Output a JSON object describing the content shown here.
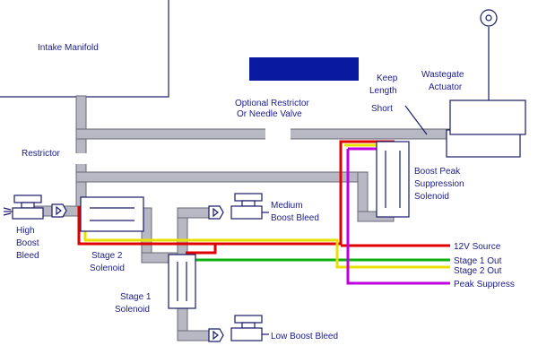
{
  "title_box_text": "",
  "labels": {
    "intake_manifold": "Intake Manifold",
    "optional_restrictor_line1": "Optional Restrictor",
    "optional_restrictor_line2": "Or Needle Valve",
    "keep_line1": "Keep",
    "keep_line2": "Length",
    "keep_line3": "Short",
    "wastegate_line1": "Wastegate",
    "wastegate_line2": "Actuator",
    "restrictor": "Restrictor",
    "boost_peak_line1": "Boost Peak",
    "boost_peak_line2": "Suppression",
    "boost_peak_line3": "Solenoid",
    "medium_line1": "Medium",
    "medium_line2": "Boost Bleed",
    "high_line1": "High",
    "high_line2": "Boost",
    "high_line3": "Bleed",
    "stage2_line1": "Stage 2",
    "stage2_line2": "Solenoid",
    "stage1_line1": "Stage 1",
    "stage1_line2": "Solenoid",
    "low_boost_bleed": "Low Boost Bleed"
  },
  "wires": [
    {
      "label": "12V Source",
      "color": "#e00000"
    },
    {
      "label": "Stage 1 Out",
      "color": "#10b010"
    },
    {
      "label": "Stage 2 Out",
      "color": "#e8e000"
    },
    {
      "label": "Peak Suppress",
      "color": "#c000e0"
    }
  ],
  "colors": {
    "pipe": "#b8b8c4",
    "navy_box": "#0a1aa0",
    "text": "#1a1a8c"
  }
}
